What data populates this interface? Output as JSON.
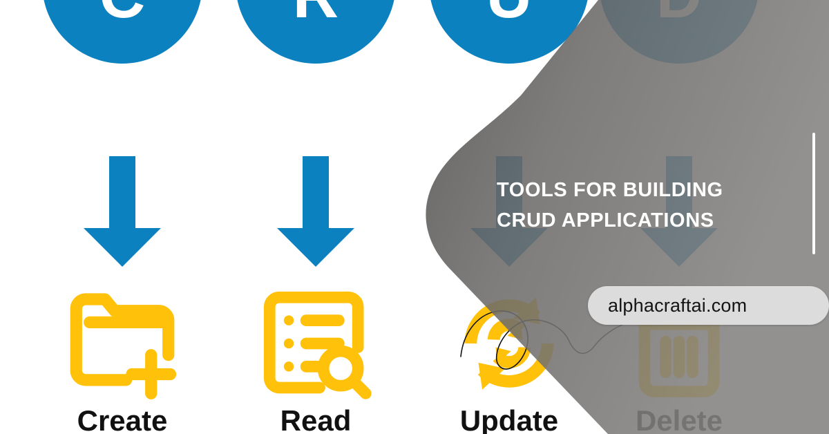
{
  "brand": {
    "url_label": "alphacraftai.com",
    "accent_blue": "#0b81c0",
    "accent_yellow": "#FFC10A",
    "overlay_dark": "#2b2b2b",
    "overlay_light": "#7d7d7d",
    "caption_color": "#111111"
  },
  "headline": {
    "line1": "TOOLS FOR BUILDING",
    "line2": "CRUD APPLICATIONS"
  },
  "crud": {
    "steps": [
      {
        "letter": "C",
        "caption": "Create",
        "icon": "folder-plus-icon"
      },
      {
        "letter": "R",
        "caption": "Read",
        "icon": "document-list-search-icon"
      },
      {
        "letter": "U",
        "caption": "Update",
        "icon": "refresh-sync-icon"
      },
      {
        "letter": "D",
        "caption": "Delete",
        "icon": "trash-can-icon"
      }
    ]
  },
  "decor": {
    "divider_line": "vertical-rule",
    "scribble": "hand-drawn-squiggle"
  }
}
